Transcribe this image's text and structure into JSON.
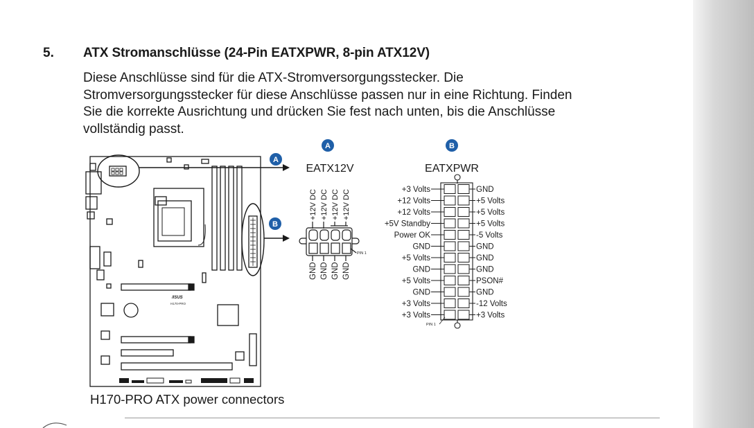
{
  "section": {
    "number": "5.",
    "title": "ATX Stromanschlüsse (24-Pin EATXPWR, 8-pin ATX12V)",
    "paragraph_lines": [
      "Diese Anschlüsse sind für die ATX-Stromversorgungsstecker. Die",
      "Stromversorgungsstecker für diese Anschlüsse passen nur in eine Richtung. Finden",
      "Sie die korrekte Ausrichtung und drücken Sie fest nach unten, bis die Anschlüsse",
      "vollständig passt."
    ]
  },
  "figure": {
    "caption": "H170-PRO ATX power connectors",
    "board_label": "H170-PRO",
    "board_brand": "/ISUS",
    "callout_a": "A",
    "callout_b": "B",
    "eatx12v": {
      "title": "EATX12V",
      "top_labels": [
        "+12V DC",
        "+12V DC",
        "+12V DC",
        "+12V DC"
      ],
      "bottom_labels": [
        "GND",
        "GND",
        "GND",
        "GND"
      ],
      "pin1_label": "PIN 1"
    },
    "eatxpwr": {
      "title": "EATXPWR",
      "pin1_label": "PIN 1",
      "left_labels": [
        "+3 Volts",
        "+12 Volts",
        "+12 Volts",
        "+5V Standby",
        "Power OK",
        "GND",
        "+5 Volts",
        "GND",
        "+5 Volts",
        "GND",
        "+3 Volts",
        "+3 Volts"
      ],
      "right_labels": [
        "GND",
        "+5 Volts",
        "+5 Volts",
        "+5 Volts",
        "-5 Volts",
        "GND",
        "GND",
        "GND",
        "PSON#",
        "GND",
        "-12 Volts",
        "+3 Volts"
      ]
    }
  },
  "colors": {
    "callout": "#1f5fa8",
    "text": "#1a1a1a"
  }
}
